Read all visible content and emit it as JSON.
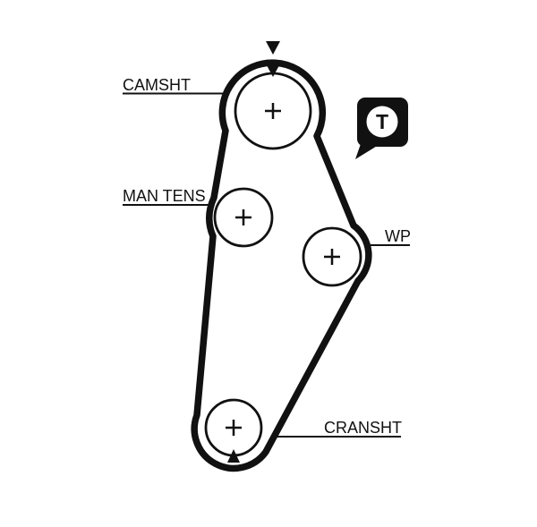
{
  "diagram": {
    "type": "timing-belt-routing",
    "labels": {
      "camshaft": "CAMSHT",
      "manual_tensioner": "MAN TENS",
      "water_pump": "WP",
      "crankshaft": "CRANSHT"
    },
    "badge": {
      "label": "T"
    },
    "icons": {
      "pulley_center": "plus-cross",
      "camshaft_timing_mark": "down-triangle",
      "crankshaft_timing_mark": "up-triangle"
    },
    "colors": {
      "line": "#111111",
      "background": "#ffffff",
      "badge_fill": "#111111",
      "badge_circle": "#ffffff"
    }
  }
}
